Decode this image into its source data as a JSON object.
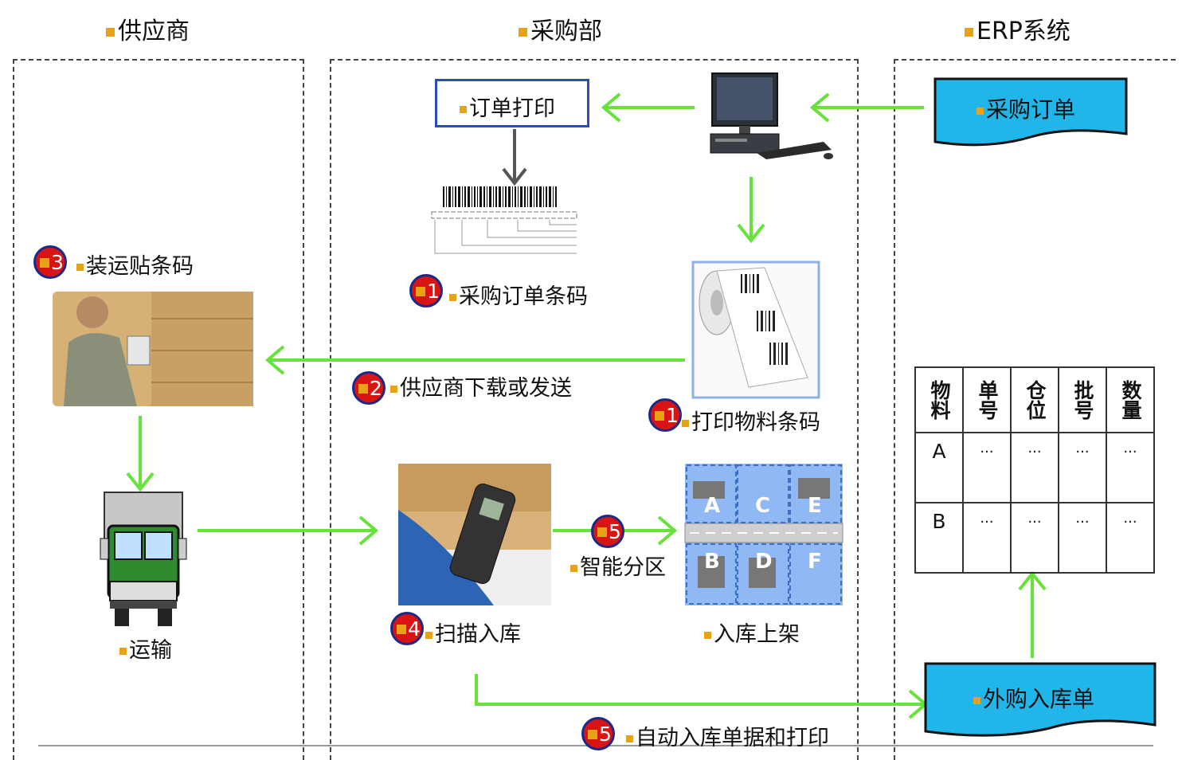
{
  "lanes": {
    "supplier": "供应商",
    "purchasing": "采购部",
    "erp": "ERP系统"
  },
  "nodes": {
    "order_print": "订单打印",
    "purchase_order": "采购订单",
    "po_barcode": "采购订单条码",
    "print_material_barcode": "打印物料条码",
    "ship_label": "装运贴条码",
    "supplier_download": "供应商下载或发送",
    "transport": "运输",
    "scan_inbound": "扫描入库",
    "smart_zoning": "智能分区",
    "shelving": "入库上架",
    "purchase_inbound_doc": "外购入库单",
    "auto_inbound_print": "自动入库单据和打印"
  },
  "badges": {
    "po_barcode": "1",
    "print_material_barcode": "1",
    "supplier_download": "2",
    "ship_label": "3",
    "scan_inbound": "4",
    "smart_zoning": "5",
    "auto_inbound_print": "5"
  },
  "zones": [
    "A",
    "C",
    "E",
    "B",
    "D",
    "F"
  ],
  "erp_table": {
    "headers": [
      "物料",
      "单号",
      "仓位",
      "批号",
      "数量"
    ],
    "rows": [
      [
        "A",
        "...",
        "...",
        "...",
        "..."
      ],
      [
        "B",
        "...",
        "...",
        "...",
        "..."
      ]
    ]
  },
  "colors": {
    "arrow": "#66e23a",
    "doc_fill": "#21b6ea",
    "badge": "#d91414",
    "marker": "#e8a215"
  }
}
